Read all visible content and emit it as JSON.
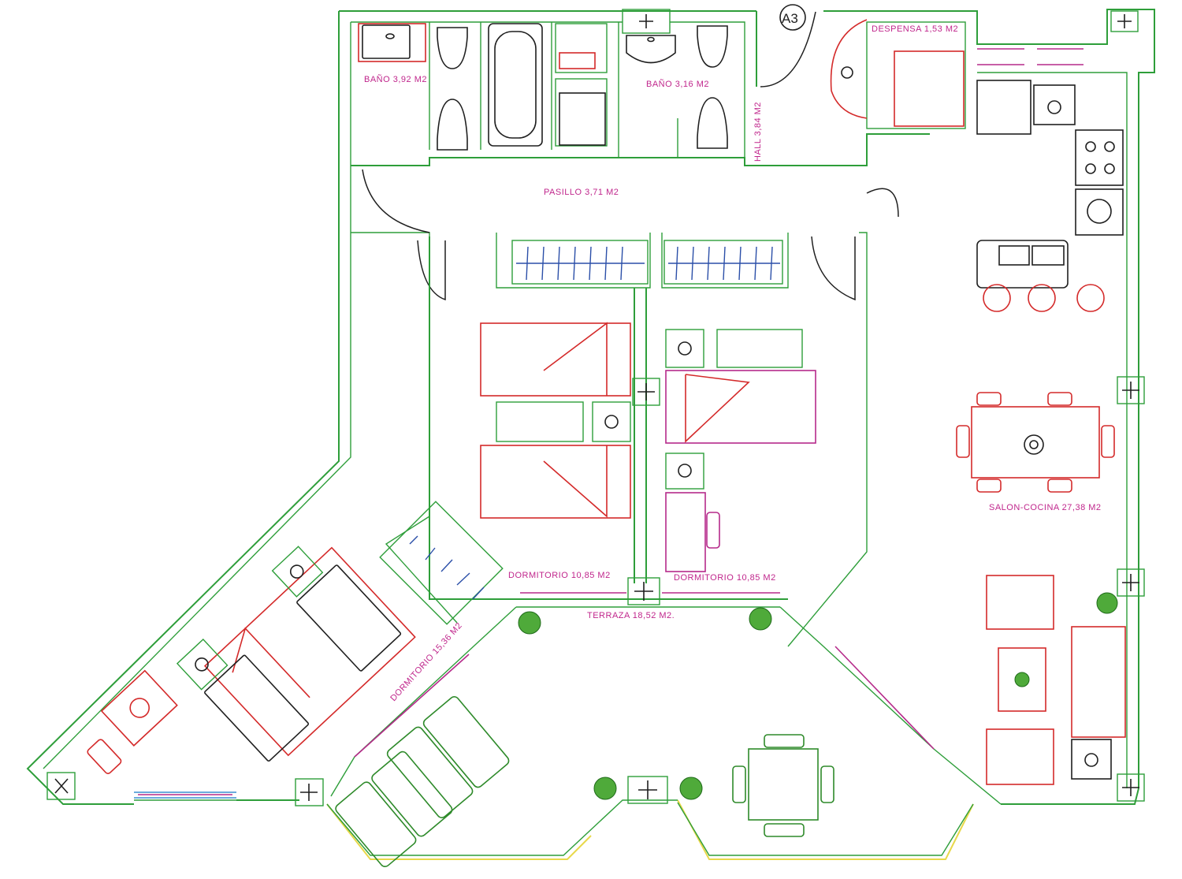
{
  "plan": {
    "unit_tag": "A3",
    "rooms": {
      "bano1": "BAÑO 3,92 M2",
      "bano2": "BAÑO 3,16 M2",
      "hall": "HALL 3,84 M2",
      "despensa": "DESPENSA 1,53 M2",
      "pasillo": "PASILLO 3,71 M2",
      "dorm_a": "DORMITORIO 10,85 M2",
      "dorm_b": "DORMITORIO 10,85 M2",
      "dorm_c": "DORMITORIO 15,36 M2",
      "terraza": "TERRAZA 18,52 M2.",
      "salon": "SALON-COCINA 27,38 M2"
    },
    "colors": {
      "walls": "#2e9e3a",
      "furniture": "#d42a2a",
      "labels": "#c0268c",
      "wardrobes": "#2b4fa8",
      "windows": "#b52a8a"
    }
  }
}
